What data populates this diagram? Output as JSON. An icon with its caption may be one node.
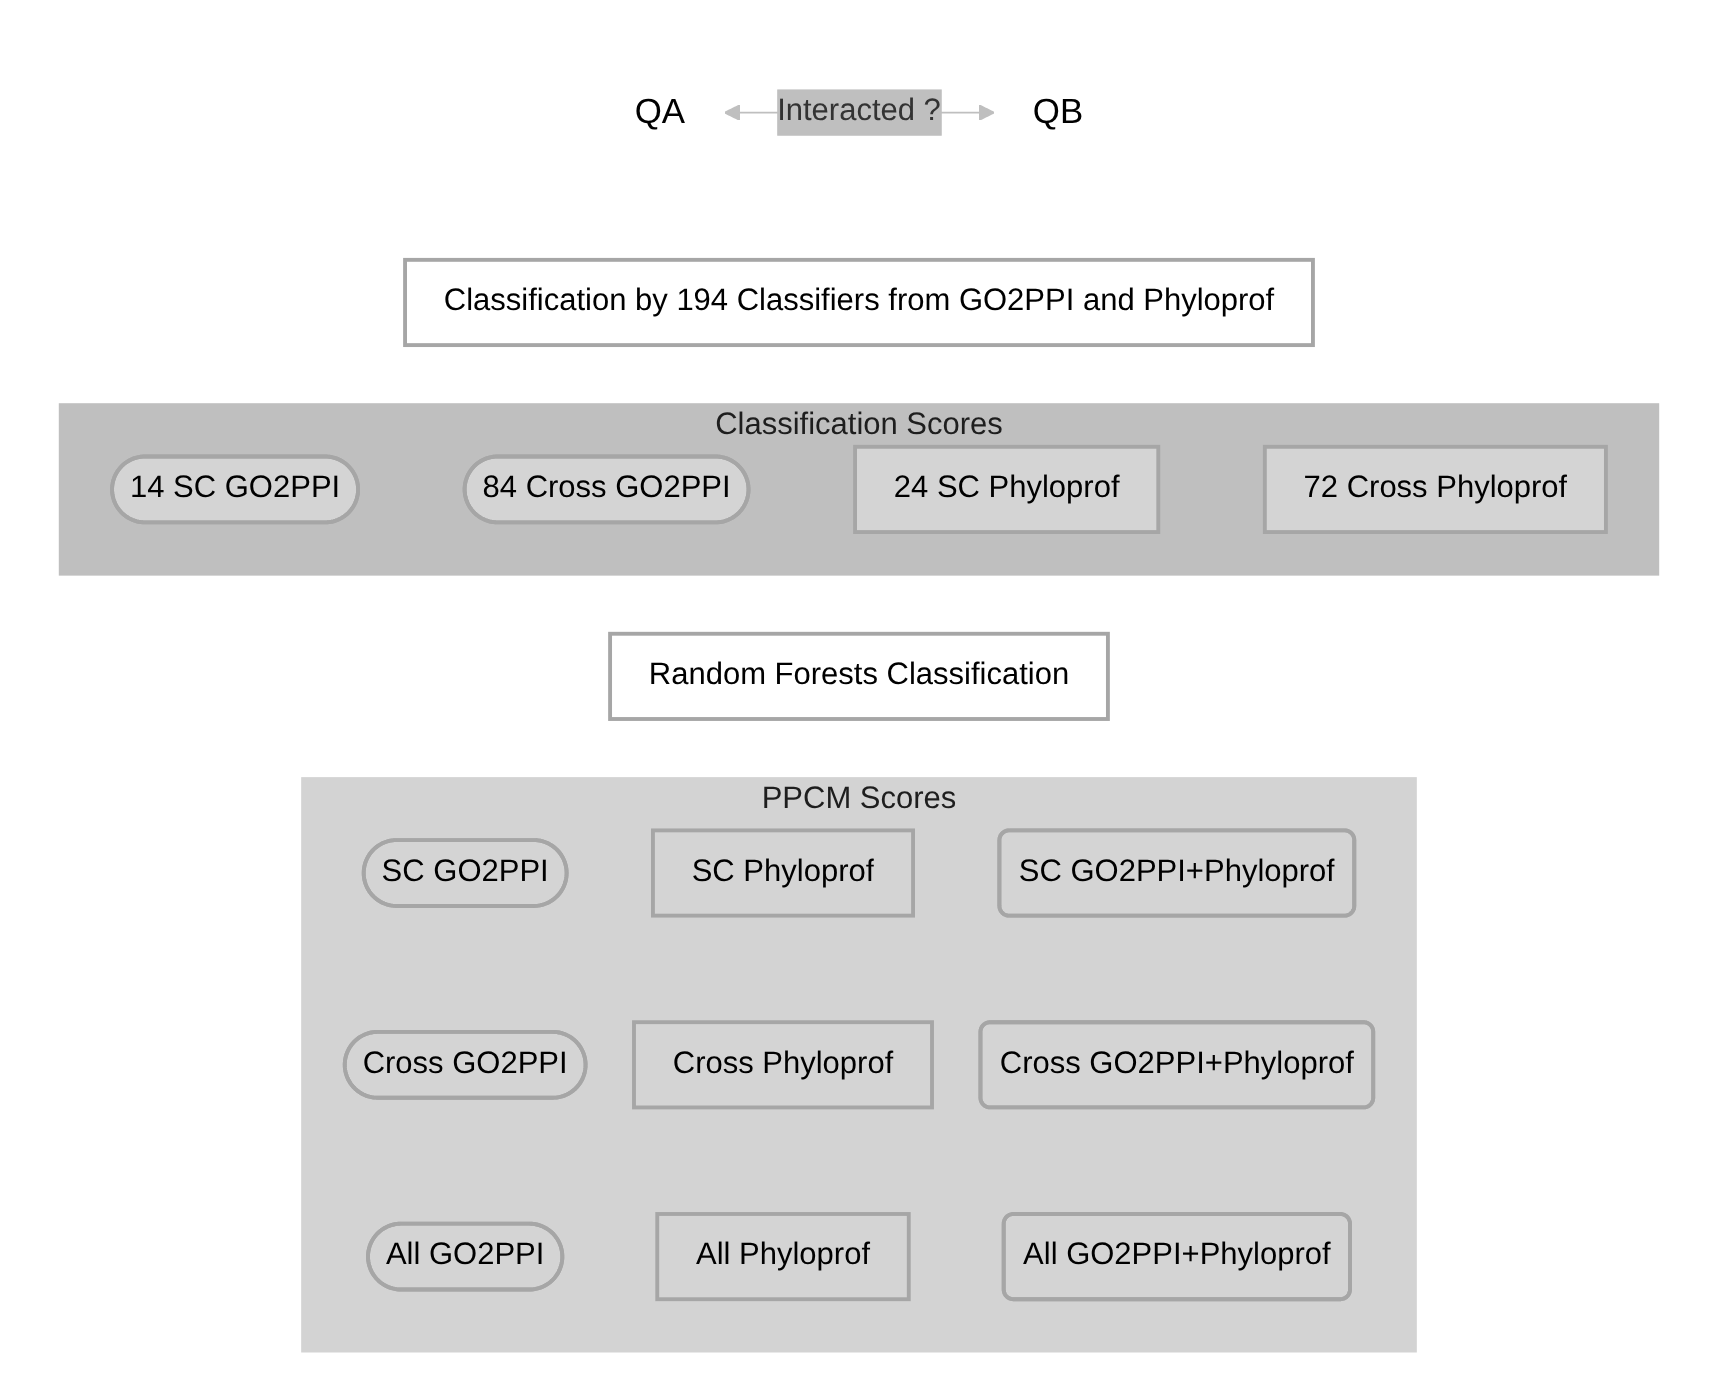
{
  "diagram": {
    "nodes": [
      {
        "text": [
          "QA"
        ]
      },
      {
        "text": [
          "QB"
        ]
      },
      {
        "text": [
          "Classification by 194 Classifiers from GO2PPI and Phyloprof"
        ]
      },
      {
        "text": [
          "Classification Scores"
        ]
      },
      {
        "text": [
          "14 SC GO2PPI"
        ],
        "in": 3
      },
      {
        "text": [
          "84 Cross GO2PPI"
        ],
        "in": 3
      },
      {
        "text": [
          "24 SC Phyloprof"
        ],
        "in": 3
      },
      {
        "text": [
          "72 Cross Phyloprof"
        ],
        "in": 3
      },
      {
        "text": [
          "Random Forests Classification"
        ]
      },
      {
        "text": [
          "PPCM Scores"
        ]
      },
      {
        "text": [
          "SC GO2PPI"
        ],
        "in": 9
      },
      {
        "text": [
          "SC Phyloprof"
        ],
        "in": 9
      },
      {
        "text": [
          "SC GO2PPI+Phyloprof"
        ],
        "in": 9
      },
      {
        "text": [
          "Cross GO2PPI"
        ],
        "in": 9
      },
      {
        "text": [
          "Cross Phyloprof"
        ],
        "in": 9
      },
      {
        "text": [
          "Cross GO2PPI+Phyloprof"
        ],
        "in": 9
      },
      {
        "text": [
          "All GO2PPI"
        ],
        "in": 9
      },
      {
        "text": [
          "All Phyloprof"
        ],
        "in": 9
      },
      {
        "text": [
          "All GO2PPI+Phyloprof"
        ],
        "in": 9
      }
    ],
    "edges": [
      {
        "from": 0,
        "to": 1,
        "arrow": "both",
        "label": "Interacted ?"
      }
    ]
  }
}
